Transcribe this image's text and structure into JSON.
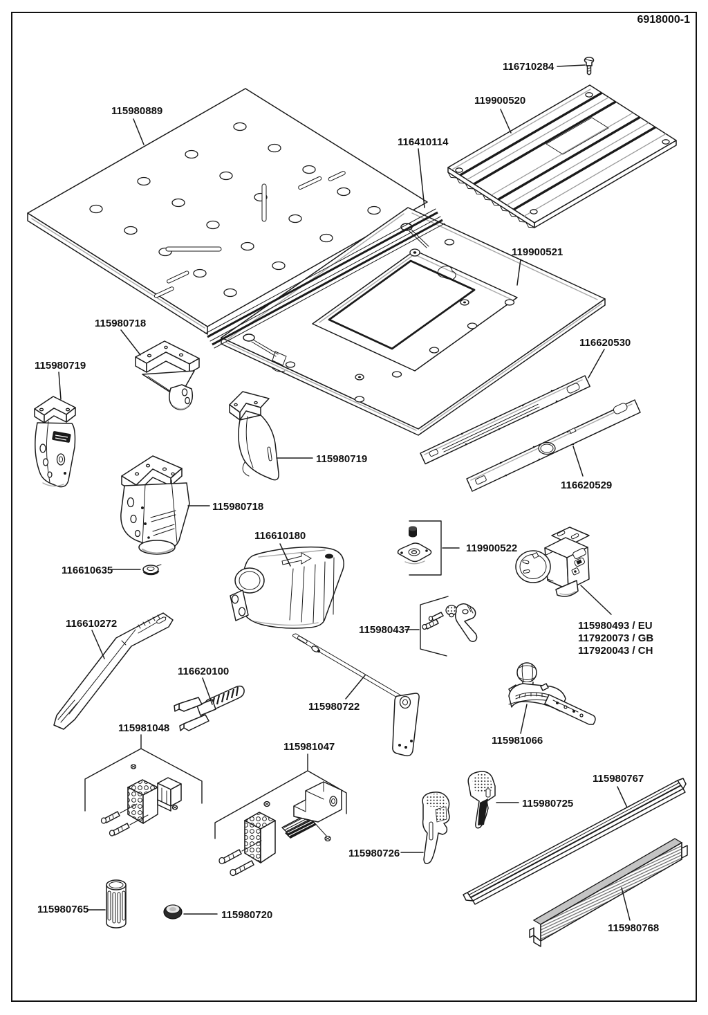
{
  "page": {
    "doc_number": "6918000-1",
    "background": "#ffffff",
    "line_color": "#1a1a1a",
    "accent_gray": "#a8a8a8"
  },
  "labels": {
    "screw": "116710284",
    "ribbed_plate": "119900520",
    "perforated_plate": "115980889",
    "rail_strip": "116410114",
    "table_plate": "119900521",
    "corner_bracket_a": "115980718",
    "corner_bracket_left": "115980719",
    "cover_strip_upper": "116620530",
    "corner_bracket_mid": "115980719",
    "cover_strip_lower": "116620529",
    "leg": "115980718",
    "dust_box": "116610180",
    "mount_kit": "119900522",
    "clip_ring": "116610635",
    "lever_kit": "115980437",
    "switch_eu": "115980493 / EU",
    "switch_gb": "117920073 / GB",
    "switch_ch": "117920043 / CH",
    "handle": "116610272",
    "fork_clamp": "116620100",
    "rod": "115980722",
    "miter_gauge": "115981066",
    "kit_a": "115981048",
    "kit_b": "115981047",
    "clamp_small": "115980725",
    "guide_rail": "115980767",
    "clamp_large": "115980726",
    "foot_cylinder": "115980765",
    "cap": "115980720",
    "hatched_rail": "115980768"
  }
}
